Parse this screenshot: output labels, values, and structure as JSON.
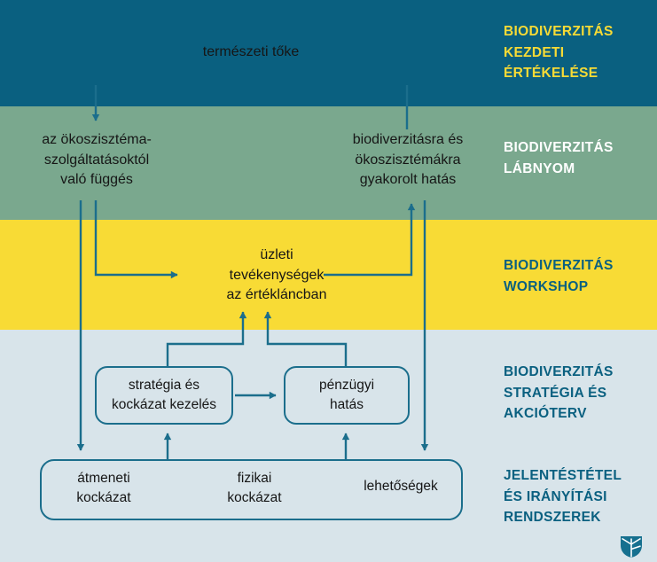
{
  "diagram": {
    "title_text": "",
    "colors": {
      "teal_dark": "#0a6080",
      "green": "#7aa88e",
      "yellow": "#f8db35",
      "light_blue": "#d8e4ea",
      "stroke": "#1b6e8c",
      "label_yellow": "#f8db35",
      "label_white": "#ffffff",
      "text_black": "#161616"
    }
  },
  "bands": {
    "assessment": {
      "label": "BIODIVERZITÁS\nKEZDETI\nÉRTÉKELÉSE"
    },
    "footprint": {
      "label": "BIODIVERZITÁS\nLÁBNYOM"
    },
    "workshop": {
      "label": "BIODIVERZITÁS\nWORKSHOP"
    },
    "strategy": {
      "label": "BIODIVERZITÁS\nSTRATÉGIA ÉS\nAKCIÓTERV"
    },
    "reporting": {
      "label": "JELENTÉSTÉTEL\nÉS IRÁNYÍTÁSI\nRENDSZEREK"
    }
  },
  "nodes": {
    "natural_capital": "természeti tőke",
    "dependence": "az ökoszisztéma-\nszolgáltatásoktól\nvaló függés",
    "impact": "biodiverzitásra és\nökoszisztémákra\ngyakorolt hatás",
    "business_activities": "üzleti\ntevékenységek\naz értékláncban",
    "strategy_box": "stratégia és\nkockázat kezelés",
    "financial_box": "pénzügyi\nhatás",
    "transition_risk": "átmeneti\nkockázat",
    "physical_risk": "fizikai\nkockázat",
    "opportunities": "lehetőségek"
  },
  "logo": {
    "name": "shield-leaf-logo"
  }
}
